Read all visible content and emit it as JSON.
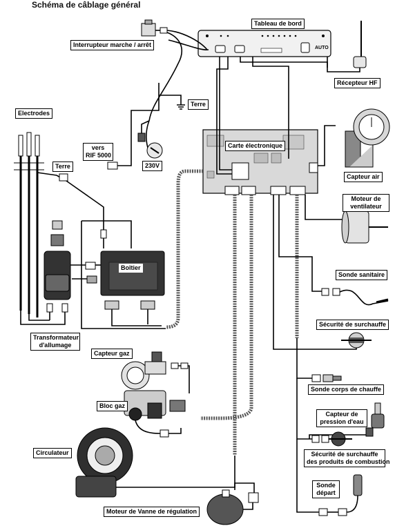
{
  "title": "Schéma de câblage général",
  "labels": {
    "tableau": "Tableau de bord",
    "interrupteur": "Interrupteur marche / arrêt",
    "recepteur": "Récepteur HF",
    "terre_top": "Terre",
    "electrodes": "Electrodes",
    "vers": "vers",
    "rif": "RIF 5000",
    "v230": "230V",
    "carte": "Carte électronique",
    "terre_left": "Terre",
    "capteur_air": "Capteur air",
    "moteur_vent_1": "Moteur de",
    "moteur_vent_2": "ventilateur",
    "boitier": "Boîtier",
    "sonde_sanitaire": "Sonde sanitaire",
    "transfo_1": "Transformateur",
    "transfo_2": "d'allumage",
    "securite_surchauffe": "Sécurité de surchauffe",
    "capteur_gaz": "Capteur gaz",
    "bloc_gaz": "Bloc gaz",
    "sonde_corps": "Sonde corps de chauffe",
    "capteur_pression_1": "Capteur de",
    "capteur_pression_2": "pression d'eau",
    "circulateur": "Circulateur",
    "securite_produits_1": "Sécurité de surchauffe",
    "securite_produits_2": "des produits de combustion",
    "sonde_depart_1": "Sonde",
    "sonde_depart_2": "départ",
    "moteur_vanne": "Moteur de Vanne de régulation",
    "panel_auto": "AUTO"
  }
}
